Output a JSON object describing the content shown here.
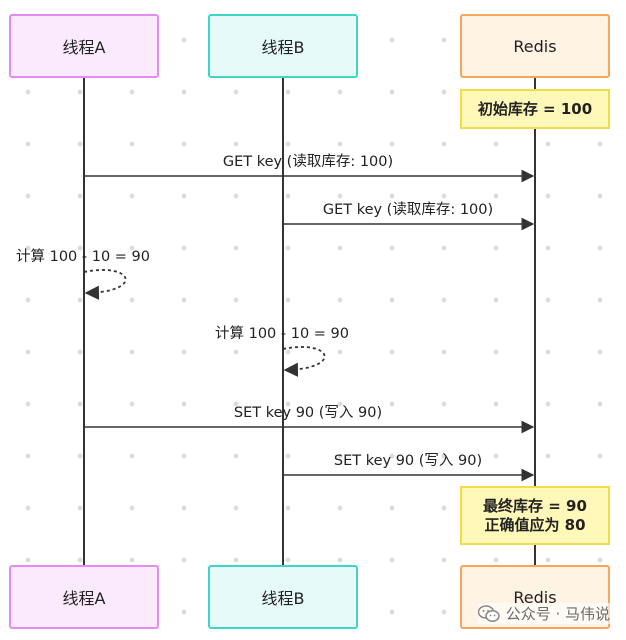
{
  "participants": {
    "thread_a": "线程A",
    "thread_b": "线程B",
    "redis": "Redis"
  },
  "notes": {
    "initial_stock": "初始库存 = 100",
    "final_line1": "最终库存 = 90",
    "final_line2": "正确值应为 80"
  },
  "messages": [
    {
      "from": "thread_a",
      "to": "redis",
      "label": "GET key (读取库存: 100)"
    },
    {
      "from": "thread_b",
      "to": "redis",
      "label": "GET key (读取库存: 100)"
    },
    {
      "from": "thread_a",
      "to": "thread_a",
      "label": "计算 100 - 10 = 90"
    },
    {
      "from": "thread_b",
      "to": "thread_b",
      "label": "计算 100 - 10 = 90"
    },
    {
      "from": "thread_a",
      "to": "redis",
      "label": "SET key 90 (写入 90)"
    },
    {
      "from": "thread_b",
      "to": "redis",
      "label": "SET key 90 (写入 90)"
    }
  ],
  "watermark": {
    "icon": "wechat-icon",
    "text": "公众号 · 马伟说"
  },
  "colors": {
    "thread_a_border": "#e38df2",
    "thread_b_border": "#40d5c6",
    "redis_border": "#f6a75d",
    "note_border": "#f3dc45",
    "line": "#333333"
  }
}
